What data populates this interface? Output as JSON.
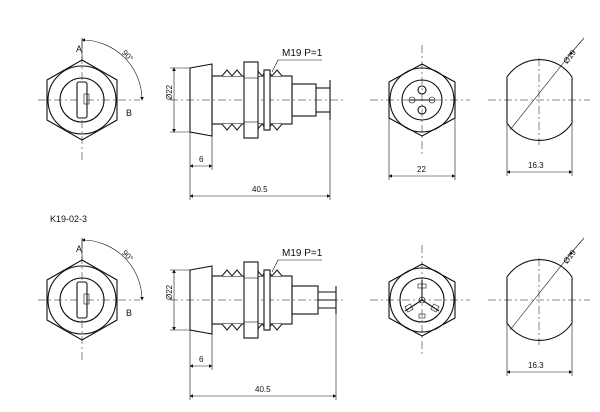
{
  "model_label": "K19-02-3",
  "labels": {
    "position_a": "A",
    "position_b": "B",
    "angle": "90°",
    "thread_spec": "M19 P=1",
    "dia_body": "Ø22",
    "dia_cut": "Ø19",
    "len_total": "40.5",
    "len_head": "6",
    "width_hex": "22",
    "width_flat": "16.3"
  }
}
